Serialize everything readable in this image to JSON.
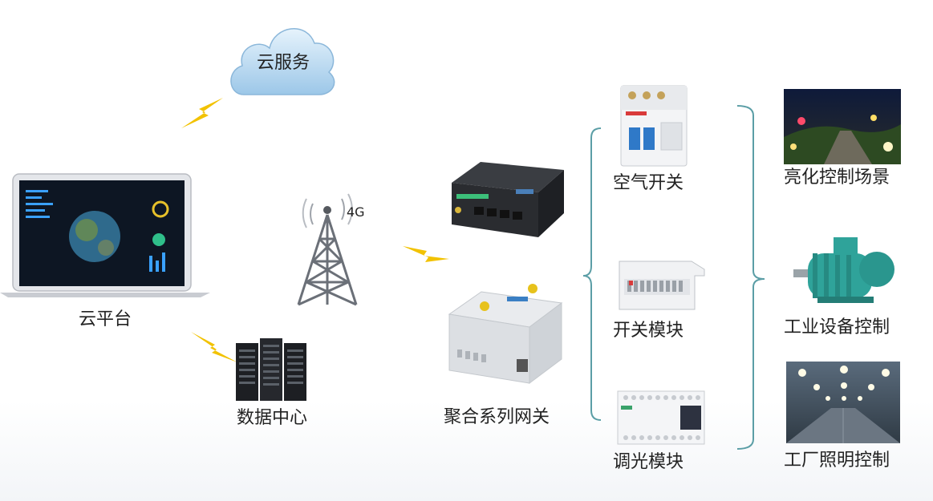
{
  "cloud": {
    "label": "云服务"
  },
  "platform": {
    "label": "云平台"
  },
  "datacenter": {
    "label": "数据中心"
  },
  "tower": {
    "label": "4G"
  },
  "gateway": {
    "label": "聚合系列网关"
  },
  "modules": [
    {
      "label": "空气开关"
    },
    {
      "label": "开关模块"
    },
    {
      "label": "调光模块"
    }
  ],
  "scenes": [
    {
      "label": "亮化控制场景"
    },
    {
      "label": "工业设备控制"
    },
    {
      "label": "工厂照明控制"
    }
  ],
  "colors": {
    "bracket": "#5b9ea6",
    "bolt": "#f2c200",
    "cloud": "#b9daf2",
    "text": "#222222"
  }
}
